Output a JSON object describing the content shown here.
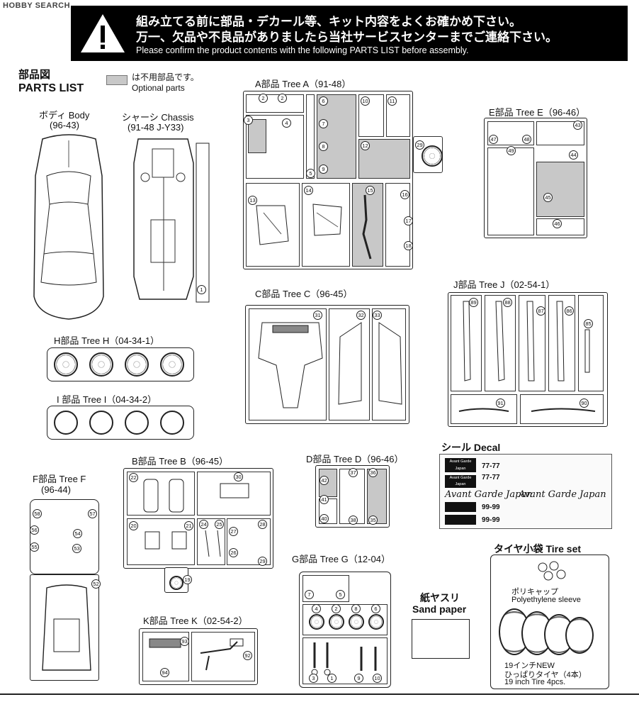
{
  "header": {
    "warning_jp_1": "組み立てる前に部品・デカール等、キット内容をよくお確かめ下さい。",
    "warning_jp_2": "万一、欠品や不良品がありましたら当社サービスセンターまでご連絡下さい。",
    "warning_en": "Please confirm the product contents with the following PARTS LIST before assembly.",
    "watermark": "HOBBY SEARCH"
  },
  "parts_list": {
    "title_jp": "部品図",
    "title_en": "PARTS LIST",
    "legend_jp": "は不用部品です。",
    "legend_en": "Optional parts"
  },
  "body": {
    "title": "ボディ Body",
    "code": "(96-43)"
  },
  "chassis": {
    "title": "シャーシ Chassis",
    "code": "(91-48 J-Y33)",
    "num": "1"
  },
  "tree_a": {
    "title": "A部品 Tree A（91-48）",
    "nums": [
      "2",
      "2",
      "3",
      "4",
      "5",
      "6",
      "7",
      "8",
      "9",
      "10",
      "11",
      "12",
      "13",
      "14",
      "15",
      "16",
      "17",
      "18",
      "29"
    ]
  },
  "tree_e": {
    "title": "E部品 Tree E（96-46）",
    "nums": [
      "47",
      "48",
      "43",
      "49",
      "44",
      "45",
      "46"
    ]
  },
  "tree_h": {
    "title": "H部品 Tree H（04-34-1）"
  },
  "tree_i": {
    "title": "I 部品 Tree I（04-34-2）"
  },
  "tree_c": {
    "title": "C部品 Tree C（96-45）",
    "nums": [
      "31",
      "32",
      "33"
    ]
  },
  "tree_j": {
    "title": "J部品 Tree J（02-54-1）",
    "nums": [
      "89",
      "88",
      "87",
      "86",
      "85",
      "91",
      "90"
    ]
  },
  "tree_f": {
    "title": "F部品 Tree F",
    "code": "(96-44)",
    "nums": [
      "58",
      "57",
      "56",
      "54",
      "55",
      "53",
      "52"
    ]
  },
  "tree_b": {
    "title": "B部品 Tree B（96-45）",
    "nums": [
      "22",
      "30",
      "20",
      "21",
      "24",
      "25",
      "27",
      "28",
      "26",
      "29",
      "19"
    ]
  },
  "tree_d": {
    "title": "D部品 Tree D（96-46）",
    "nums": [
      "37",
      "36",
      "42",
      "41",
      "40",
      "38",
      "35"
    ]
  },
  "decal": {
    "title": "シール Decal",
    "texts": [
      "Avant Garde Japan",
      "Avant Garde Japan",
      "77-77",
      "77-77",
      "99-99",
      "99-99"
    ]
  },
  "tree_k": {
    "title": "K部品 Tree K（02-54-2）",
    "nums": [
      "93",
      "92",
      "94"
    ]
  },
  "tree_g": {
    "title": "G部品 Tree G（12-04）",
    "nums": [
      "7",
      "5",
      "4",
      "2",
      "8",
      "6",
      "3",
      "1",
      "9",
      "10"
    ]
  },
  "sandpaper": {
    "title_jp": "紙ヤスリ",
    "title_en": "Sand paper"
  },
  "tire_set": {
    "title": "タイヤ小袋 Tire set",
    "cap_jp": "ポリキャップ",
    "cap_en": "Polyethylene sleeve",
    "tire_jp1": "19インチNEW",
    "tire_jp2": "ひっぱりタイヤ（4本）",
    "tire_en": "19 inch Tire 4pcs."
  }
}
